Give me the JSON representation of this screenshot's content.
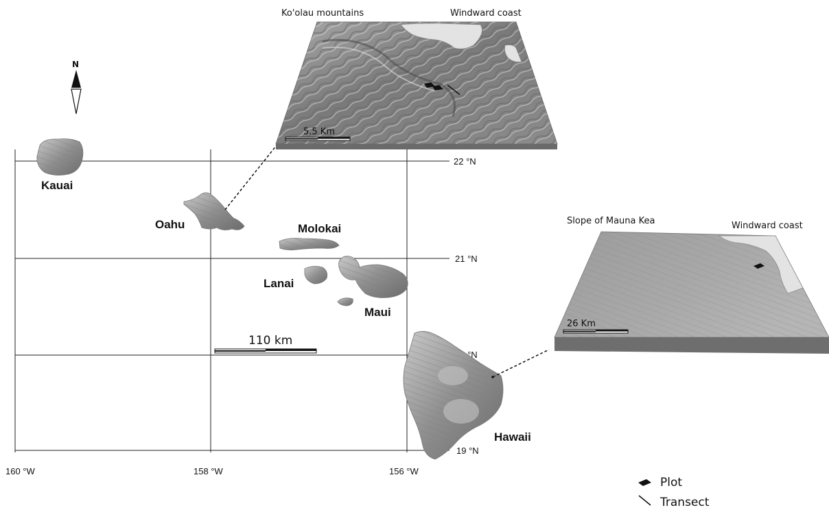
{
  "map": {
    "north_arrow": {
      "label": "N"
    },
    "scale_bar": {
      "label": "110 km"
    },
    "islands": [
      {
        "name": "Kauai"
      },
      {
        "name": "Oahu"
      },
      {
        "name": "Molokai"
      },
      {
        "name": "Lanai"
      },
      {
        "name": "Maui"
      },
      {
        "name": "Hawaii"
      }
    ],
    "latitudes": [
      "22 °N",
      "21 °N",
      "20 °N",
      "19 °N"
    ],
    "longitudes": [
      "160 °W",
      "158 °W",
      "156 °W"
    ]
  },
  "insets": {
    "oahu": {
      "left_caption": "Ko'olau mountains",
      "right_caption": "Windward coast",
      "scale_label": "5.5 Km"
    },
    "hawaii": {
      "left_caption": "Slope of Mauna Kea",
      "right_caption": "Windward coast",
      "scale_label": "26 Km"
    }
  },
  "legend": {
    "items": [
      {
        "label": "Plot",
        "icon": "plot-icon"
      },
      {
        "label": "Transect",
        "icon": "transect-icon"
      }
    ]
  },
  "colors": {
    "terrain_light": "#d8d8d8",
    "terrain_mid": "#9a9a9a",
    "terrain_dark": "#5a5a5a",
    "ocean_inset": "#e6e6e6",
    "grid": "#222222"
  }
}
